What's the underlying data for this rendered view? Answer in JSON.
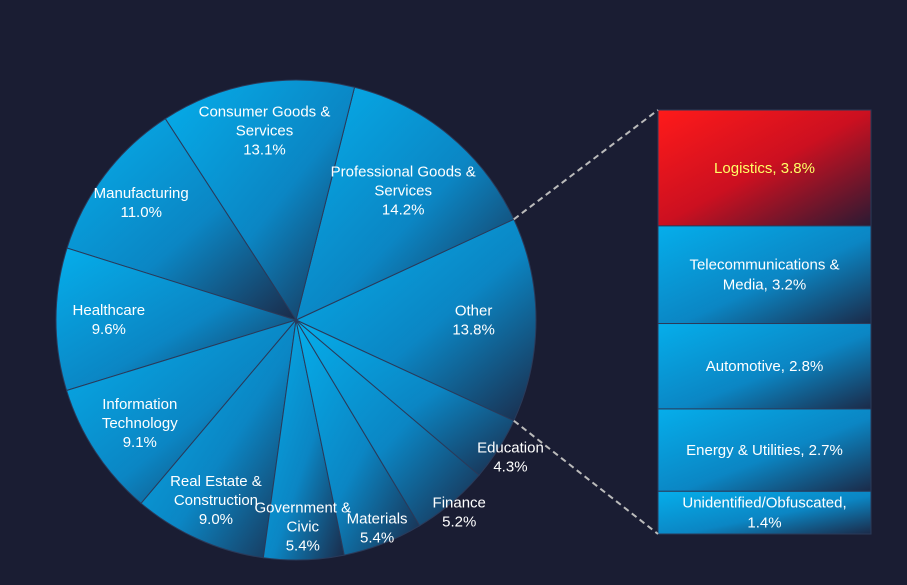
{
  "chart_data": {
    "type": "pie",
    "subtype": "bar-of-pie",
    "slices": [
      {
        "label": "Other",
        "value": 13.8,
        "label_lines": [
          "Other",
          "13.8%"
        ]
      },
      {
        "label": "Professional Goods & Services",
        "value": 14.2,
        "label_lines": [
          "Professional Goods &",
          "Services",
          "14.2%"
        ]
      },
      {
        "label": "Consumer Goods & Services",
        "value": 13.1,
        "label_lines": [
          "Consumer Goods &",
          "Services",
          "13.1%"
        ]
      },
      {
        "label": "Manufacturing",
        "value": 11.0,
        "label_lines": [
          "Manufacturing",
          "11.0%"
        ]
      },
      {
        "label": "Healthcare",
        "value": 9.6,
        "label_lines": [
          "Healthcare",
          "9.6%"
        ]
      },
      {
        "label": "Information Technology",
        "value": 9.1,
        "label_lines": [
          "Information",
          "Technology",
          "9.1%"
        ]
      },
      {
        "label": "Real Estate & Construction",
        "value": 9.0,
        "label_lines": [
          "Real Estate &",
          "Construction",
          "9.0%"
        ]
      },
      {
        "label": "Government & Civic",
        "value": 5.4,
        "label_lines": [
          "Government &",
          "Civic",
          "5.4%"
        ]
      },
      {
        "label": "Materials",
        "value": 5.4,
        "label_lines": [
          "Materials",
          "5.4%"
        ]
      },
      {
        "label": "Finance",
        "value": 5.2,
        "label_lines": [
          "Finance",
          "5.2%"
        ]
      },
      {
        "label": "Education",
        "value": 4.3,
        "label_lines": [
          "Education",
          "4.3%"
        ]
      }
    ],
    "breakout": {
      "parent_slice": "Other",
      "segments": [
        {
          "label": "Logistics",
          "value": 3.8,
          "label_lines": [
            "Logistics, 3.8%"
          ],
          "highlight": true
        },
        {
          "label": "Telecommunications & Media",
          "value": 3.2,
          "label_lines": [
            "Telecommunications &",
            "Media, 3.2%"
          ]
        },
        {
          "label": "Automotive",
          "value": 2.8,
          "label_lines": [
            "Automotive, 2.8%"
          ]
        },
        {
          "label": "Energy & Utilities",
          "value": 2.7,
          "label_lines": [
            "Energy & Utilities, 2.7%"
          ]
        },
        {
          "label": "Unidentified/Obfuscated",
          "value": 1.4,
          "label_lines": [
            "Unidentified/Obfuscated,",
            "1.4%"
          ]
        }
      ]
    },
    "colors": {
      "background": "#1a1d33",
      "slice_light": "#05aeeb",
      "slice_dark": "#1b2a48",
      "highlight_light": "#ff1a1a",
      "highlight_dark": "#2a1a33",
      "label": "#ffffff",
      "highlight_label": "#ffff66",
      "connector": "#bbbbbb"
    }
  }
}
